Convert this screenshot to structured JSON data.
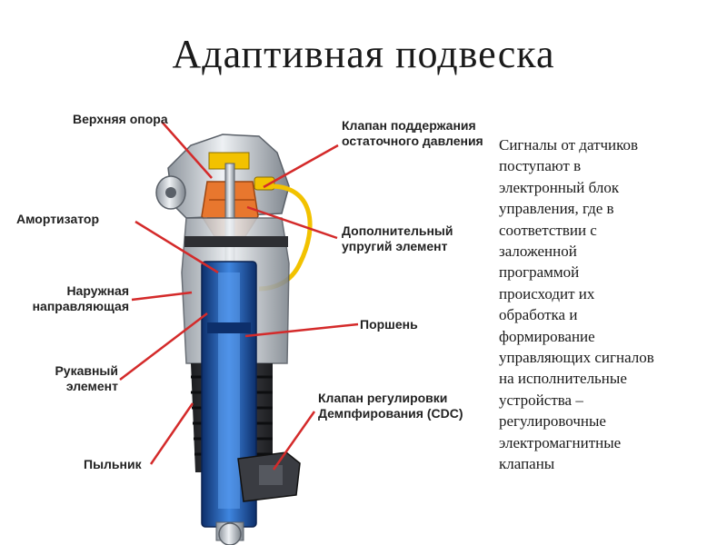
{
  "title": "Адаптивная подвеска",
  "labels": {
    "top_mount": "Верхняя опора",
    "shock_absorber": "Амортизатор",
    "outer_guide_1": "Наружная",
    "outer_guide_2": "направляющая",
    "sleeve_1": "Рукавный",
    "sleeve_2": "элемент",
    "dust_boot": "Пыльник",
    "residual_valve_1": "Клапан поддержания",
    "residual_valve_2": "остаточного давления",
    "extra_spring_1": "Дополнительный",
    "extra_spring_2": "упругий элемент",
    "piston": "Поршень",
    "cdc_valve_1": "Клапан регулировки",
    "cdc_valve_2": "Демпфирования (CDC)"
  },
  "description_lines": [
    "Сигналы от датчиков",
    "поступают в",
    "электронный блок",
    "управления, где в",
    "соответствии с",
    "заложенной",
    "программой",
    "происходит их",
    "обработка и",
    "формирование",
    "управляющих сигналов",
    "на исполнительные",
    "устройства –",
    "регулировочные",
    "электромагнитные",
    "клапаны"
  ],
  "colors": {
    "leader_line": "#d42a2a",
    "shock_blue": "#1e5fb8",
    "spring_orange": "#e8772e",
    "valve_yellow": "#f2c200",
    "metal_gray": "#b9bfc6",
    "boot_dark": "#2e2f33"
  }
}
